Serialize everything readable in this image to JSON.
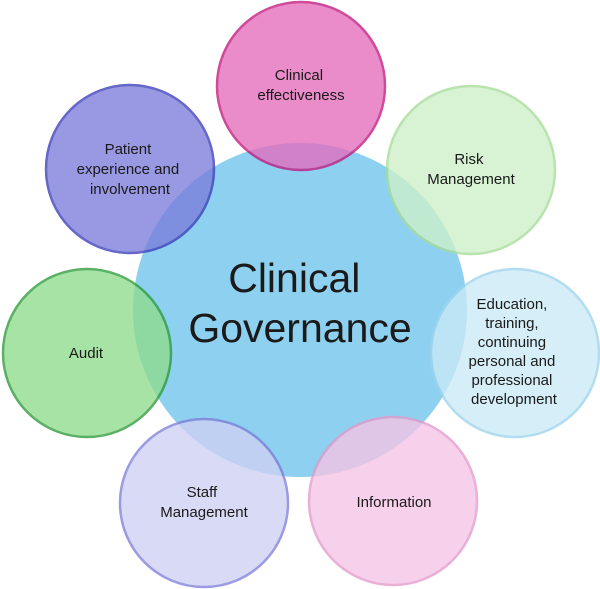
{
  "center": {
    "lines": [
      "Clinical",
      "Governance"
    ],
    "fill": "#87cdee"
  },
  "nodes": [
    {
      "key": "clinical-effectiveness",
      "lines": [
        "Clinical",
        "effectiveness"
      ],
      "fill": "#e56cbc",
      "stroke": "#c2187e"
    },
    {
      "key": "risk-management",
      "lines": [
        "Risk",
        "Management"
      ],
      "fill": "#cdf0c8",
      "stroke": "#a6dc98"
    },
    {
      "key": "education-training",
      "lines": [
        "Education,",
        "training,",
        "continuing",
        "personal and",
        "professional",
        "development"
      ],
      "fill": "#cbeaf6",
      "stroke": "#9dd4ee"
    },
    {
      "key": "information",
      "lines": [
        "Information"
      ],
      "fill": "#f6c4e6",
      "stroke": "#e29bcb"
    },
    {
      "key": "staff-management",
      "lines": [
        "Staff",
        "Management"
      ],
      "fill": "#cfd0f3",
      "stroke": "#7e7fd9"
    },
    {
      "key": "audit",
      "lines": [
        "Audit"
      ],
      "fill": "#8fdc8c",
      "stroke": "#2e9b3c"
    },
    {
      "key": "patient-experience",
      "lines": [
        "Patient",
        "experience and",
        "involvement"
      ],
      "fill": "#7c7ddb",
      "stroke": "#3b3dba"
    }
  ]
}
